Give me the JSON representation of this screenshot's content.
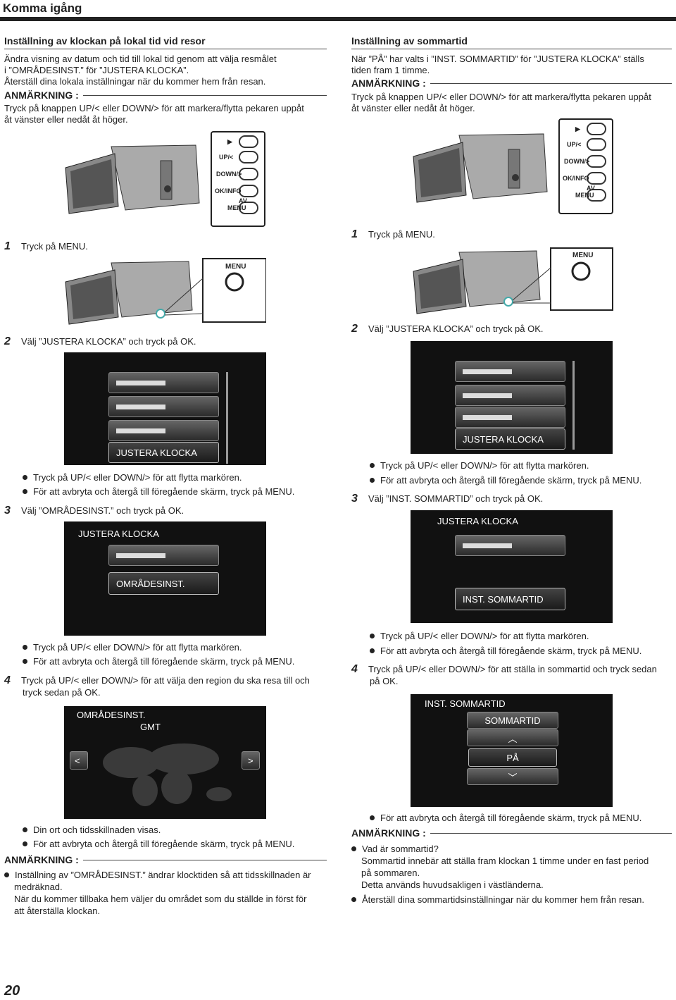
{
  "header": {
    "title": "Komma igång"
  },
  "page_number": "20",
  "left": {
    "title": "Inställning av klockan på lokal tid vid resor",
    "intro1": "Ändra visning av datum och tid till lokal tid genom att välja resmålet",
    "intro2": "i ”OMRÅDESINST.” för ”JUSTERA KLOCKA”.",
    "intro3": "Återställ dina lokala inställningar när du kommer hem från resan.",
    "note_label": "ANMÄRKNING :",
    "note1": "Tryck på knappen UP/< eller DOWN/> för att markera/flytta pekaren uppåt",
    "note2": "åt vänster eller nedåt åt höger.",
    "step1_n": "1",
    "step1": "Tryck på MENU.",
    "step2_n": "2",
    "step2": "Välj ”JUSTERA KLOCKA” och tryck på OK.",
    "screen2_sel": "JUSTERA KLOCKA",
    "b1": "Tryck på UP/< eller DOWN/> för att flytta markören.",
    "b2": "För att avbryta och återgå till föregående skärm, tryck på MENU.",
    "step3_n": "3",
    "step3": "Välj ”OMRÅDESINST.” och tryck på OK.",
    "screen3_title": "JUSTERA KLOCKA",
    "screen3_sel": "OMRÅDESINST.",
    "b3": "Tryck på UP/< eller DOWN/> för att flytta markören.",
    "b4": "För att avbryta och återgå till föregående skärm, tryck på MENU.",
    "step4_n": "4",
    "step4a": "Tryck på UP/< eller DOWN/> för att välja den region du ska resa till och",
    "step4b": "tryck sedan på OK.",
    "screen4_title": "OMRÅDESINST.",
    "screen4_gmt": "GMT",
    "b5": "Din ort och tidsskillnaden visas.",
    "b6": "För att avbryta och återgå till föregående skärm, tryck på MENU.",
    "note2_label": "ANMÄRKNING :",
    "n1a": "Inställning av ”OMRÅDESINST.” ändrar klocktiden så att tidsskillnaden är",
    "n1b": "medräknad.",
    "n1c": "När du kommer tillbaka hem väljer du området som du ställde in först för",
    "n1d": "att återställa klockan."
  },
  "right": {
    "title": "Inställning av sommartid",
    "intro1": "När ”PÅ” har valts i ”INST. SOMMARTID” för ”JUSTERA KLOCKA” ställs",
    "intro2": "tiden fram 1 timme.",
    "note_label": "ANMÄRKNING :",
    "note1": "Tryck på knappen UP/< eller DOWN/> för att markera/flytta pekaren uppåt",
    "note2": "åt vänster eller nedåt åt höger.",
    "step1_n": "1",
    "step1": "Tryck på MENU.",
    "step2_n": "2",
    "step2": "Välj ”JUSTERA KLOCKA” och tryck på OK.",
    "screen2_sel": "JUSTERA KLOCKA",
    "b1": "Tryck på UP/< eller DOWN/> för att flytta markören.",
    "b2": "För att avbryta och återgå till föregående skärm, tryck på MENU.",
    "step3_n": "3",
    "step3": "Välj ”INST. SOMMARTID” och tryck på OK.",
    "screen3_title": "JUSTERA KLOCKA",
    "screen3_sel": "INST. SOMMARTID",
    "b3": "Tryck på UP/< eller DOWN/> för att flytta markören.",
    "b4": "För att avbryta och återgå till föregående skärm, tryck på MENU.",
    "step4_n": "4",
    "step4a": "Tryck på UP/< eller DOWN/> för att ställa in sommartid och tryck sedan",
    "step4b": "på OK.",
    "screen4_title": "INST. SOMMARTID",
    "screen4_sub": "SOMMARTID",
    "screen4_val": "PÅ",
    "b5": "För att avbryta och återgå till föregående skärm, tryck på MENU.",
    "note2_label": "ANMÄRKNING :",
    "q": "Vad är sommartid?",
    "qa1": "Sommartid innebär att ställa fram klockan 1 timme under en fast period",
    "qa2": "på sommaren.",
    "qa3": "Detta används huvudsakligen i västländerna.",
    "b6": "Återställ dina sommartidsinställningar när du kommer hem från resan."
  },
  "panel_labels": {
    "up": "UP/<",
    "down": "DOWN/>",
    "ok": "OK/INFO",
    "av": "AV",
    "menu": "MENU"
  }
}
